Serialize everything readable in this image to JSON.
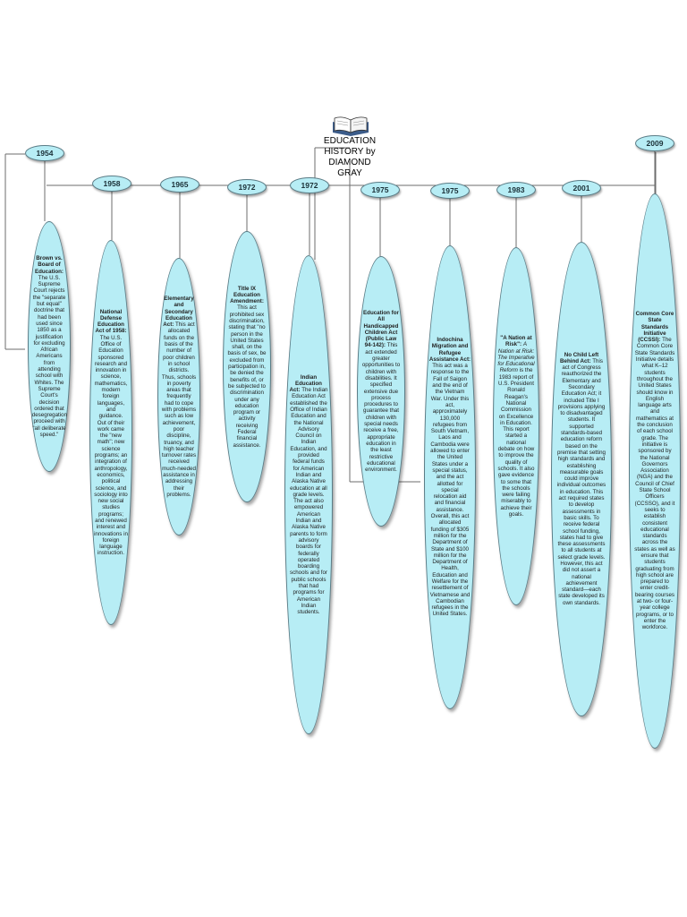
{
  "header": {
    "title_lines": [
      "EDUCATION",
      "HISTORY by",
      "DIAMOND",
      "GRAY"
    ],
    "icon": "open-book-icon"
  },
  "colors": {
    "fill": "#b7edf5",
    "stroke": "#5a7c86",
    "line": "#6d6d6d"
  },
  "events": [
    {
      "year": "1954",
      "heading": "Brown vs. Board of Education:",
      "body": "The U.S. Supreme Court rejects the \"separate but equal\" doctrine that had been used since 1850 as a justification for excluding African Americans from attending school with Whites. The Supreme Court's decision ordered that desegregation proceed with \"all deliberate speed.\""
    },
    {
      "year": "1958",
      "heading": "National Defense Education Act of 1958:",
      "body": "The U.S. Office of Education sponsored research and innovation in science, mathematics, modern foreign languages, and guidance. Out of their work came the \"new math\"; new science programs; an integration of anthropology, economics, political science, and sociology into new social studies programs; and renewed interest and innovations in foreign language instruction."
    },
    {
      "year": "1965",
      "heading": "Elementary and Secondary Education Act:",
      "body": "This act allocated funds on the basis of the number of poor children in school districts. Thus, schools in poverty areas that frequently had to cope with problems such as low achievement, poor discipline, truancy, and high teacher turnover rates received much-needed assistance in addressing their problems."
    },
    {
      "year": "1972",
      "heading": "Title IX Education Amendment:",
      "body": "This act prohibited sex discrimination, stating that \"no person in the United States shall, on the basis of sex, be excluded from participation in, be denied the benefits of, or be subjected to discrimination under any education program or activity receiving Federal financial assistance."
    },
    {
      "year": "1972",
      "heading": "Indian Education Act:",
      "body": "The Indian Education Act established the Office of Indian Education and the National Advisory Council on Indian Education, and provided federal funds for American Indian and Alaska Native education at all grade levels. The act also empowered American Indian and Alaska Native parents to form advisory boards for federally operated boarding schools and for public schools that had programs for American Indian students."
    },
    {
      "year": "1975",
      "heading": "Education for All Handicapped Children Act (Public Law 94-142):",
      "body": "This act extended greater opportunities to children with disabilities. It specified extensive due process procedures to guarantee that children with special needs receive a free, appropriate education in the least restrictive educational environment."
    },
    {
      "year": "1975",
      "heading": "Indochina Migration and Refugee Assistance Act:",
      "body": "This act was a response to the Fall of Saigon and the end of the Vietnam War. Under this act, approximately 130,000 refugees from South Vietnam, Laos and Cambodia were allowed to enter the United States under a special status, and the act allotted for special relocation aid and financial assistance. Overall, this act allocated funding of $305 million for the Department of State and $100 million for the Department of Health, Education and Welfare for the resettlement of Vietnamese and Cambodian refugees in the United States."
    },
    {
      "year": "1983",
      "heading": "\"A Nation at Risk\":",
      "italic": "A Nation at Risk: The Imperative for Educational Reform",
      "body": "is the 1983 report of U.S. President Ronald Reagan's National Commission on Excellence in Education. This report started a national debate on how to improve the quality of schools. It also gave evidence to some that the schools were failing miserably to achieve their goals."
    },
    {
      "year": "2001",
      "heading": "No Child Left Behind Act:",
      "body": "This act of Congress reauthorized the Elementary and Secondary Education Act; it included Title I provisions applying to disadvantaged students. It supported standards-based education reform based on the premise that setting high standards and establishing measurable goals could improve individual outcomes in education. This act required states to develop assessments in basic skills. To receive federal school funding, states had to give these assessments to all students at select grade levels. However, this act did not assert a national achievement standard—each state developed its own standards."
    },
    {
      "year": "2009",
      "heading": "Common Core State Standards Initiative (CCSSI):",
      "body": "The Common Core State Standards Initiative details what K–12 students throughout the United States should know in English language arts and mathematics at the conclusion of each school grade. The initiative is sponsored by the National Governors Association (NGA) and the Council of Chief State School Officers (CCSSO), and it seeks to establish consistent educational standards across the states as well as ensure that students graduating from high school are prepared to enter credit-bearing courses at two- or four-year college programs, or to enter the workforce."
    }
  ]
}
